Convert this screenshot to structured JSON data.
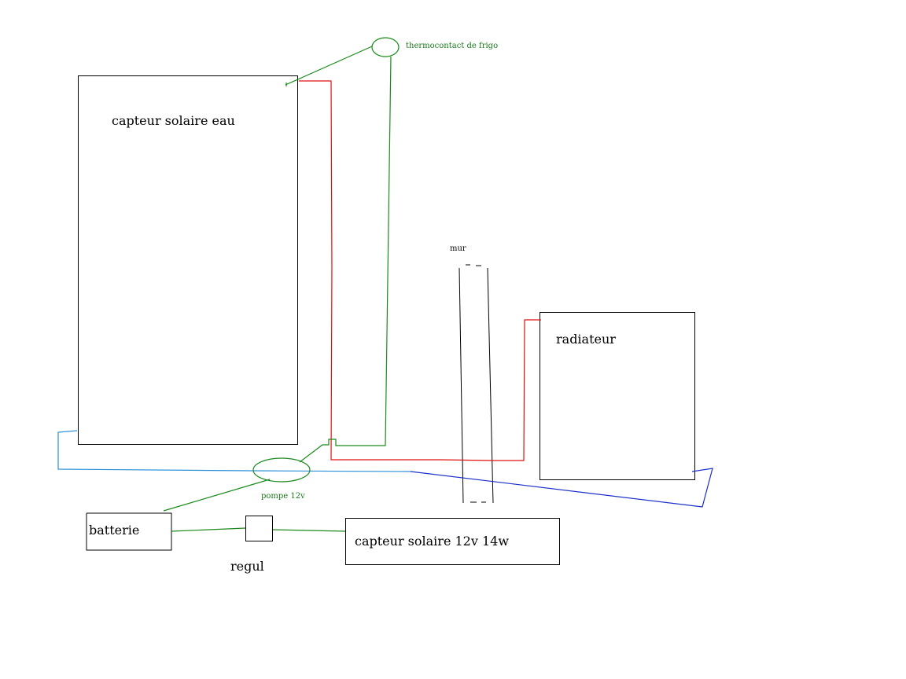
{
  "colors": {
    "wire_green": "#1a8a1a",
    "wire_red": "#e01010",
    "wire_light_blue": "#2a8fd8",
    "wire_dark_blue": "#1a2fc8",
    "label_green": "#1a7a1a",
    "outline": "#000000"
  },
  "labels": {
    "collector_water": "capteur solaire eau",
    "thermocontact": "thermocontact de frigo",
    "wall": "mur",
    "radiator": "radiateur",
    "pump": "pompe 12v",
    "battery": "batterie",
    "regulator": "regul",
    "solar_panel": "capteur solaire 12v 14w"
  }
}
